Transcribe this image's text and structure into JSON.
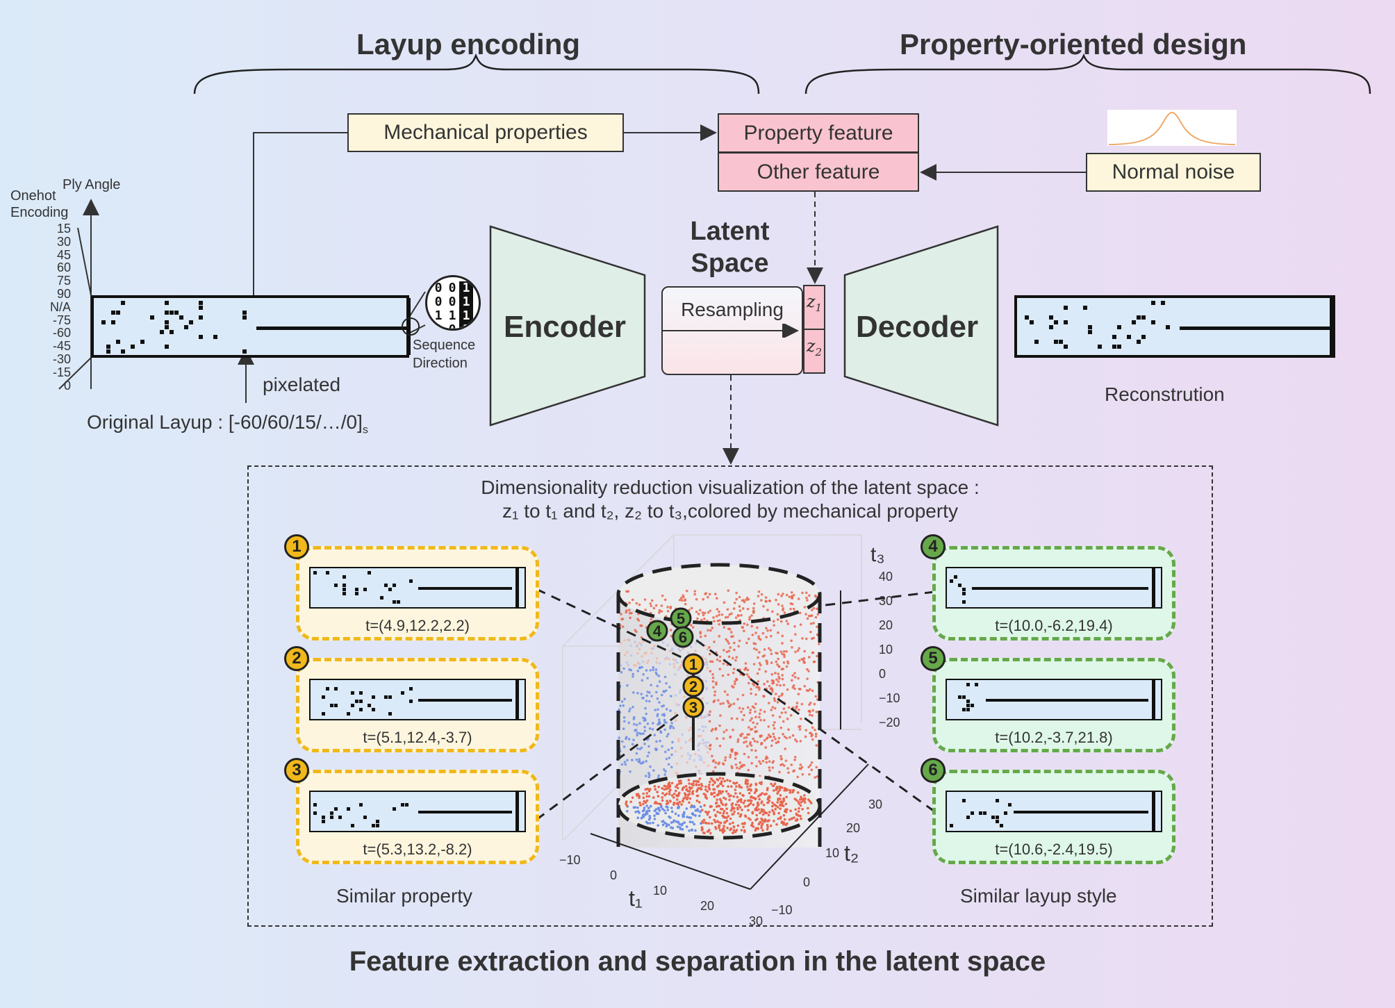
{
  "header": {
    "layup_encoding": "Layup encoding",
    "property_oriented_design": "Property-oriented design"
  },
  "boxes": {
    "mechanical_properties": "Mechanical properties",
    "property_feature": "Property feature",
    "other_feature": "Other feature",
    "normal_noise": "Normal noise"
  },
  "encoding": {
    "onehot_label": "Onehot\nEncoding",
    "ply_angle_label": "Ply Angle",
    "angle_ticks": [
      "15",
      "30",
      "45",
      "60",
      "75",
      "90",
      "N/A",
      "-75",
      "-60",
      "-45",
      "-30",
      "-15",
      "0"
    ],
    "binary_bits": [
      "0",
      "0",
      "1",
      "0",
      "0",
      "1",
      "1",
      "1",
      "1",
      "0",
      "0",
      "1"
    ],
    "sequence_direction": "Sequence\nDirection",
    "pixelated": "pixelated",
    "original_layup": "Original Layup : [-60/60/15/…/0]",
    "original_layup_sub": "s"
  },
  "network": {
    "encoder": "Encoder",
    "decoder": "Decoder",
    "latent_space": "Latent\nSpace",
    "resampling": "Resampling",
    "z1_sym": "z",
    "z1_sub": "1",
    "z2_sym": "z",
    "z2_sub": "2",
    "reconstruction": "Reconstrution"
  },
  "visualization": {
    "title_line1": "Dimensionality reduction visualization of the latent space :",
    "title_line2": "z₁ to t₁ and t₂, z₂ to t₃,colored by mechanical property",
    "t1_axis": "t₁",
    "t2_axis": "t₂",
    "t3_axis": "t₃",
    "t3_ticks": [
      "40",
      "30",
      "20",
      "10",
      "0",
      "−10",
      "−20"
    ],
    "t1_ticks": [
      "−10",
      "0",
      "10",
      "20",
      "30"
    ],
    "t2_ticks": [
      "30",
      "20",
      "10",
      "0",
      "−10"
    ],
    "similar_property": "Similar property",
    "similar_layup_style": "Similar layup style",
    "examples": [
      {
        "badge": "1",
        "text": "t=(4.9,12.2,2.2)"
      },
      {
        "badge": "2",
        "text": "t=(5.1,12.4,-3.7)"
      },
      {
        "badge": "3",
        "text": "t=(5.3,13.2,-8.2)"
      },
      {
        "badge": "4",
        "text": "t=(10.0,-6.2,19.4)"
      },
      {
        "badge": "5",
        "text": "t=(10.2,-3.7,21.8)"
      },
      {
        "badge": "6",
        "text": "t=(10.6,-2.4,19.5)"
      }
    ]
  },
  "footer": {
    "title": "Feature extraction and separation in the latent space"
  },
  "colors": {
    "cream": "#fdf6dc",
    "pink": "#f9c4cf",
    "trapezoid": "#dfeee6",
    "yellow_badge": "#f0b81a",
    "green_badge": "#66a84a",
    "blue_points": "#6d8ee6",
    "red_points": "#e8664e"
  }
}
